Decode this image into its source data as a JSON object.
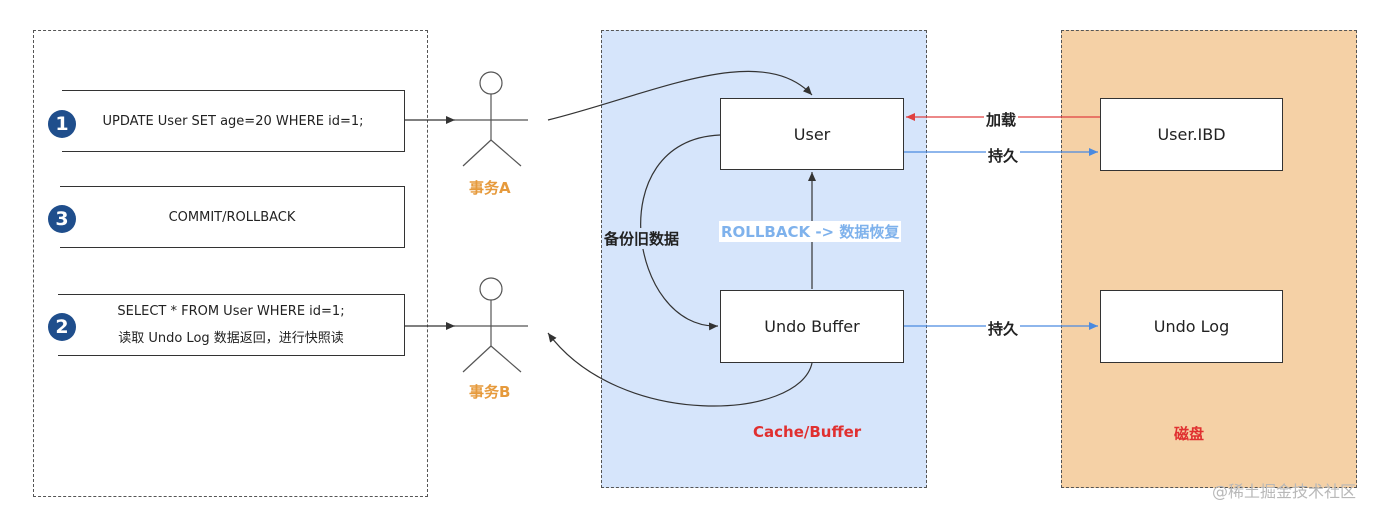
{
  "left": {
    "steps": [
      {
        "number": "1",
        "line1": "UPDATE User  SET  age=20  WHERE id=1;",
        "line2": ""
      },
      {
        "number": "3",
        "line1": "COMMIT/ROLLBACK",
        "line2": ""
      },
      {
        "number": "2",
        "line1": "SELECT * FROM User  WHERE id=1;",
        "line2": "读取 Undo Log 数据返回，进行快照读"
      }
    ]
  },
  "actors": {
    "a": "事务A",
    "b": "事务B"
  },
  "cache": {
    "region_label": "Cache/Buffer",
    "user_box": "User",
    "undo_box": "Undo Buffer",
    "backup_label": "备份旧数据",
    "rollback_label": "ROLLBACK -> 数据恢复"
  },
  "disk": {
    "region_label": "磁盘",
    "user_file": "User.IBD",
    "undo_file": "Undo Log"
  },
  "arrows": {
    "load": "加载",
    "persist_user": "持久",
    "persist_undo": "持久"
  },
  "watermark": "@稀土掘金技术社区",
  "colors": {
    "cache_bg": "#d6e5fb",
    "disk_bg": "#f5d1a6",
    "actor_label": "#e69a3c",
    "region_label": "#e03030",
    "rollback_label": "#7fb2ec",
    "load_arrow": "#e04040",
    "persist_arrow": "#4a8ae0",
    "badge": "#1f4e8c"
  }
}
